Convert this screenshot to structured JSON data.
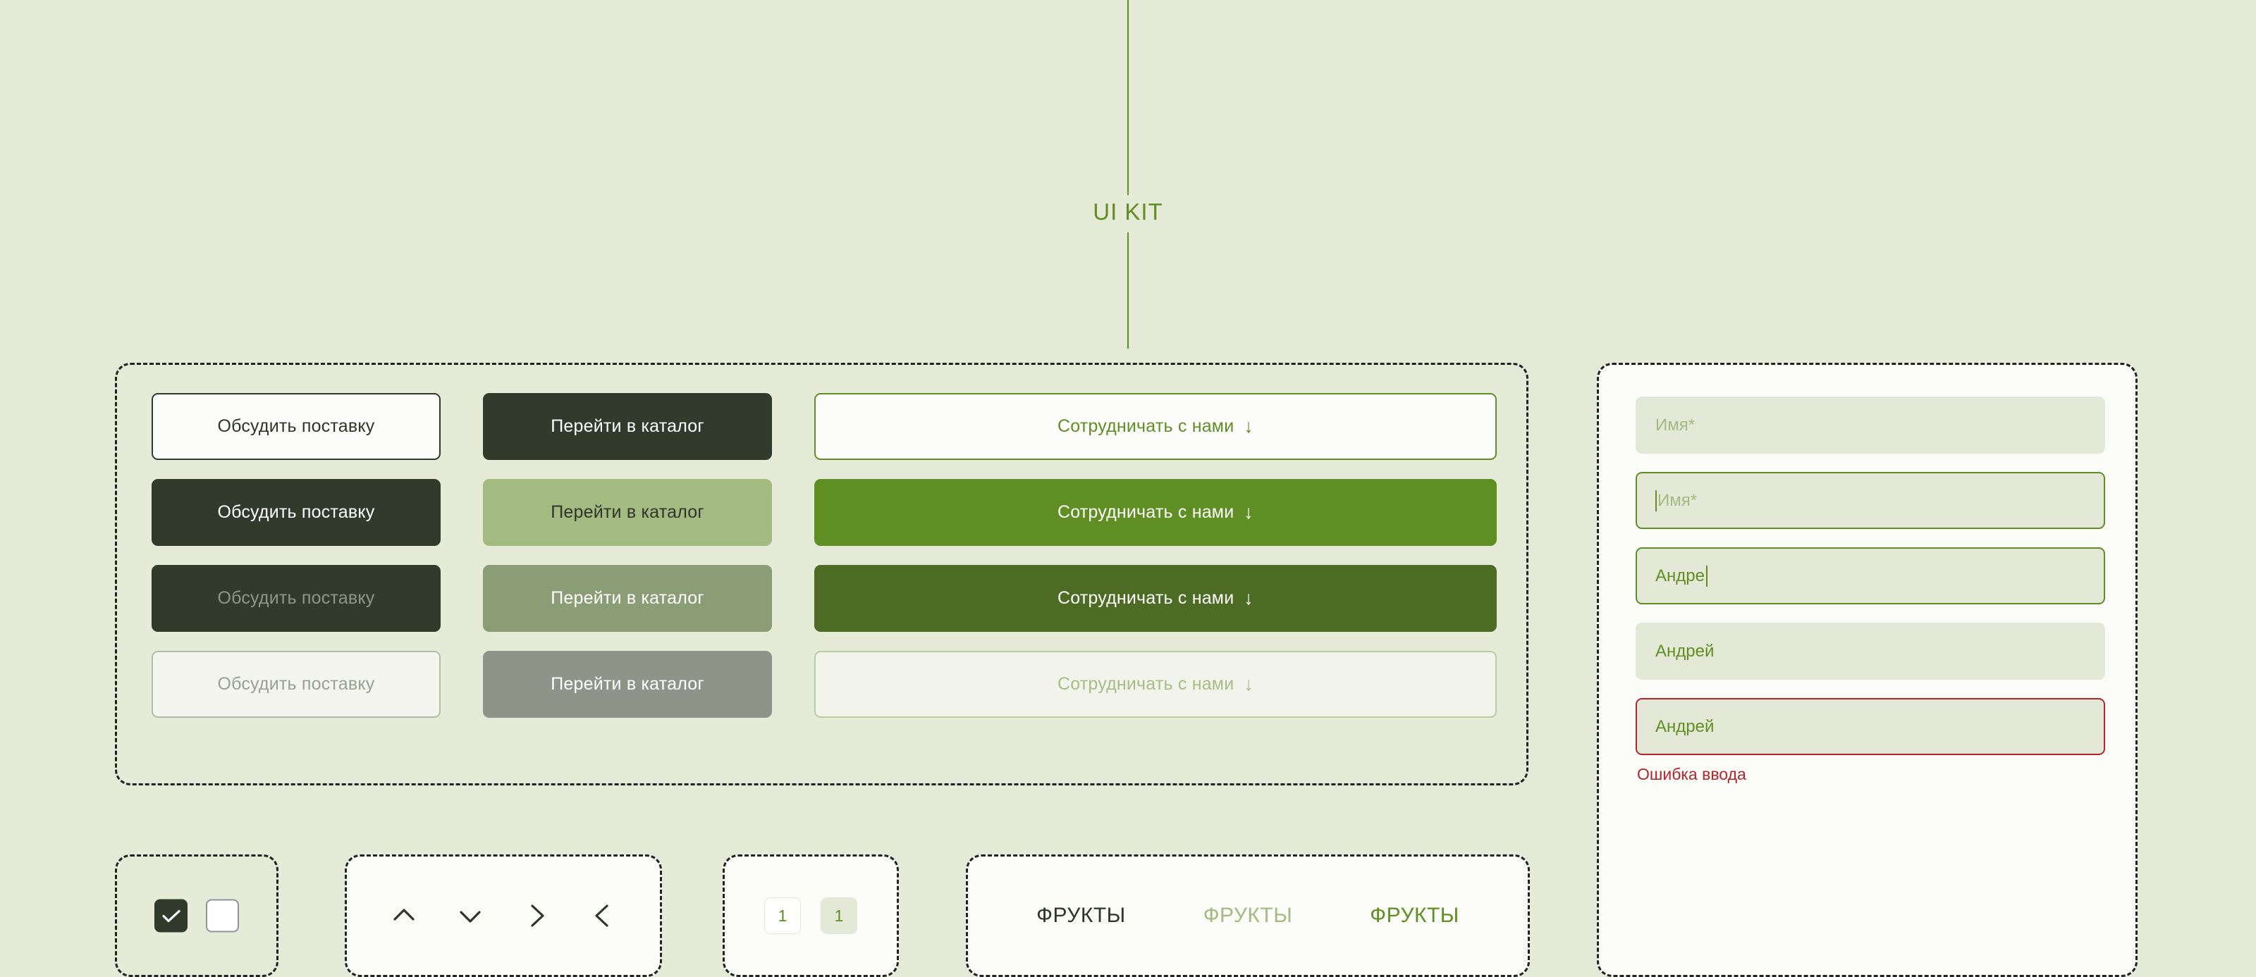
{
  "header": {
    "title": "UI KIT",
    "accent_color": "#5f8f22"
  },
  "theme": {
    "page_background": "#e6ebd8",
    "dark": "#323a2c",
    "green": "#5f8f22",
    "dark_green": "#4c6c23",
    "light_green": "#a3bb80",
    "mid_green": "#8b9d74",
    "gray": "#8f9488",
    "error_red": "#b5252b",
    "field_fill": "#e4e9d7",
    "panel_white": "#fbfcf8"
  },
  "buttons_panel": {
    "columns": [
      {
        "name": "discuss-supply",
        "items": [
          {
            "label": "Обсудить поставку",
            "state": "default",
            "variant": "btn-outline-dark"
          },
          {
            "label": "Обсудить поставку",
            "state": "hover",
            "variant": "btn-solid-dark"
          },
          {
            "label": "Обсудить поставку",
            "state": "pressed",
            "variant": "btn-solid-dark-disabled"
          },
          {
            "label": "Обсудить поставку",
            "state": "disabled",
            "variant": "btn-ghost-disabled"
          }
        ]
      },
      {
        "name": "go-to-catalog",
        "items": [
          {
            "label": "Перейти в каталог",
            "state": "default",
            "variant": "btn-cat-dark"
          },
          {
            "label": "Перейти в каталог",
            "state": "hover",
            "variant": "btn-cat-light"
          },
          {
            "label": "Перейти в каталог",
            "state": "pressed",
            "variant": "btn-cat-mid"
          },
          {
            "label": "Перейти в каталог",
            "state": "disabled",
            "variant": "btn-cat-gray"
          }
        ]
      },
      {
        "name": "cooperate-with-us",
        "arrow": "↓",
        "items": [
          {
            "label": "Сотрудничать с нами",
            "state": "default",
            "variant": "btn-coop-outline"
          },
          {
            "label": "Сотрудничать с нами",
            "state": "hover",
            "variant": "btn-coop-green"
          },
          {
            "label": "Сотрудничать с нами",
            "state": "pressed",
            "variant": "btn-coop-dkgreen"
          },
          {
            "label": "Сотрудничать с нами",
            "state": "disabled",
            "variant": "btn-coop-disabled"
          }
        ]
      }
    ]
  },
  "checkboxes": {
    "checked": {
      "checked": true,
      "icon": "check-icon"
    },
    "unchecked": {
      "checked": false
    }
  },
  "arrows": {
    "items": [
      {
        "name": "chevron-up-icon",
        "glyph": "^"
      },
      {
        "name": "chevron-down-icon",
        "glyph": "v"
      },
      {
        "name": "chevron-right-icon",
        "glyph": ">"
      },
      {
        "name": "chevron-left-icon",
        "glyph": "<"
      }
    ]
  },
  "pagination": {
    "pages": [
      {
        "label": "1",
        "active": false
      },
      {
        "label": "1",
        "active": true
      }
    ]
  },
  "tabs": {
    "items": [
      {
        "label": "ФРУКТЫ",
        "state": "default"
      },
      {
        "label": "ФРУКТЫ",
        "state": "muted"
      },
      {
        "label": "ФРУКТЫ",
        "state": "active"
      }
    ]
  },
  "inputs_panel": {
    "fields": [
      {
        "name": "name-field-default",
        "placeholder": "Имя*",
        "value": "",
        "state": "plain",
        "caret": "none"
      },
      {
        "name": "name-field-focused",
        "placeholder": "Имя*",
        "value": "",
        "state": "focus",
        "caret": "leading"
      },
      {
        "name": "name-field-typing",
        "placeholder": "Имя*",
        "value": "Андре",
        "state": "focus",
        "caret": "trailing"
      },
      {
        "name": "name-field-filled",
        "placeholder": "Имя*",
        "value": "Андрей",
        "state": "plain",
        "caret": "none"
      },
      {
        "name": "name-field-error",
        "placeholder": "Имя*",
        "value": "Андрей",
        "state": "error",
        "caret": "none"
      }
    ],
    "error_message": "Ошибка ввода"
  }
}
